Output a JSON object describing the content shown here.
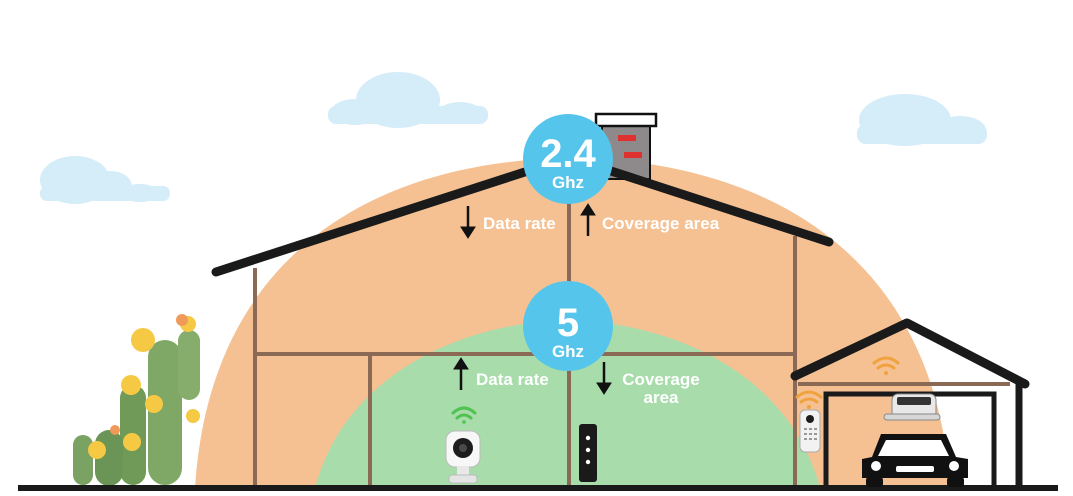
{
  "bands": {
    "b24": {
      "name": "2.4",
      "unit": "Ghz",
      "data_rate_label": "Data rate",
      "coverage_label": "Coverage area"
    },
    "b5": {
      "name": "5",
      "unit": "Ghz",
      "data_rate_label": "Data rate",
      "coverage_line1": "Coverage",
      "coverage_line2": "area"
    }
  },
  "colors": {
    "coverage_24": "#f5c193",
    "coverage_5": "#a8dcab",
    "badge": "#56c5eb",
    "house_line": "#8a6a55",
    "roof": "#1a1a1a",
    "sky_cloud": "#d5ecf9",
    "wifi_green": "#4fc24f",
    "wifi_orange": "#f0a23c"
  },
  "icons": {
    "indoor_camera": "camera-icon",
    "router": "router-icon",
    "doorbell": "video-doorbell-icon",
    "garage_opener": "garage-door-opener-icon",
    "car": "car-icon",
    "cactus": "cactus-icon"
  }
}
